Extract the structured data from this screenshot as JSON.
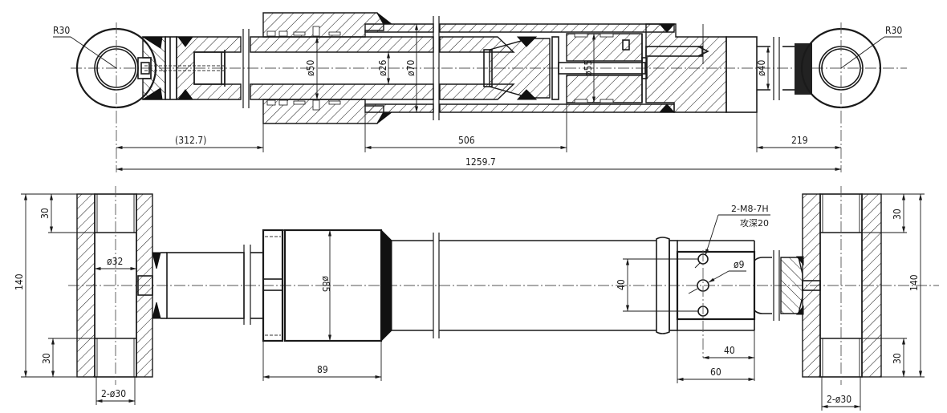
{
  "drawing": {
    "title": "Hydraulic cylinder assembly drawing",
    "views": [
      "section-view",
      "external-view"
    ]
  },
  "section_view": {
    "left_eye_radius": "R30",
    "right_eye_radius": "R30",
    "rod_diameter": "ø50",
    "inner_bore_diameter": "ø26",
    "tube_bore_diameter": "ø70",
    "piston_diameter": "ø55",
    "end_rod_diameter": "ø40",
    "dim_left_segment": "(312.7)",
    "dim_stroke": "506",
    "dim_right_segment": "219",
    "dim_overall_length": "1259.7"
  },
  "external_view": {
    "left_eye_height": "140",
    "left_eye_top_bore_len": "30",
    "left_eye_bottom_bore_len": "30",
    "left_eye_inner_diameter": "ø32",
    "left_eye_bores": "2-ø30",
    "gland_diameter": "ø85",
    "gland_length": "89",
    "mount_hole_spacing": "40",
    "thread_callout": "2-M8-7H",
    "thread_depth_note": "攻深20",
    "port_diameter": "ø9",
    "hole_offset": "40",
    "block_length": "60",
    "right_eye_height": "140",
    "right_eye_top_bore_len": "30",
    "right_eye_bottom_bore_len": "30",
    "right_eye_bores": "2-ø30"
  }
}
